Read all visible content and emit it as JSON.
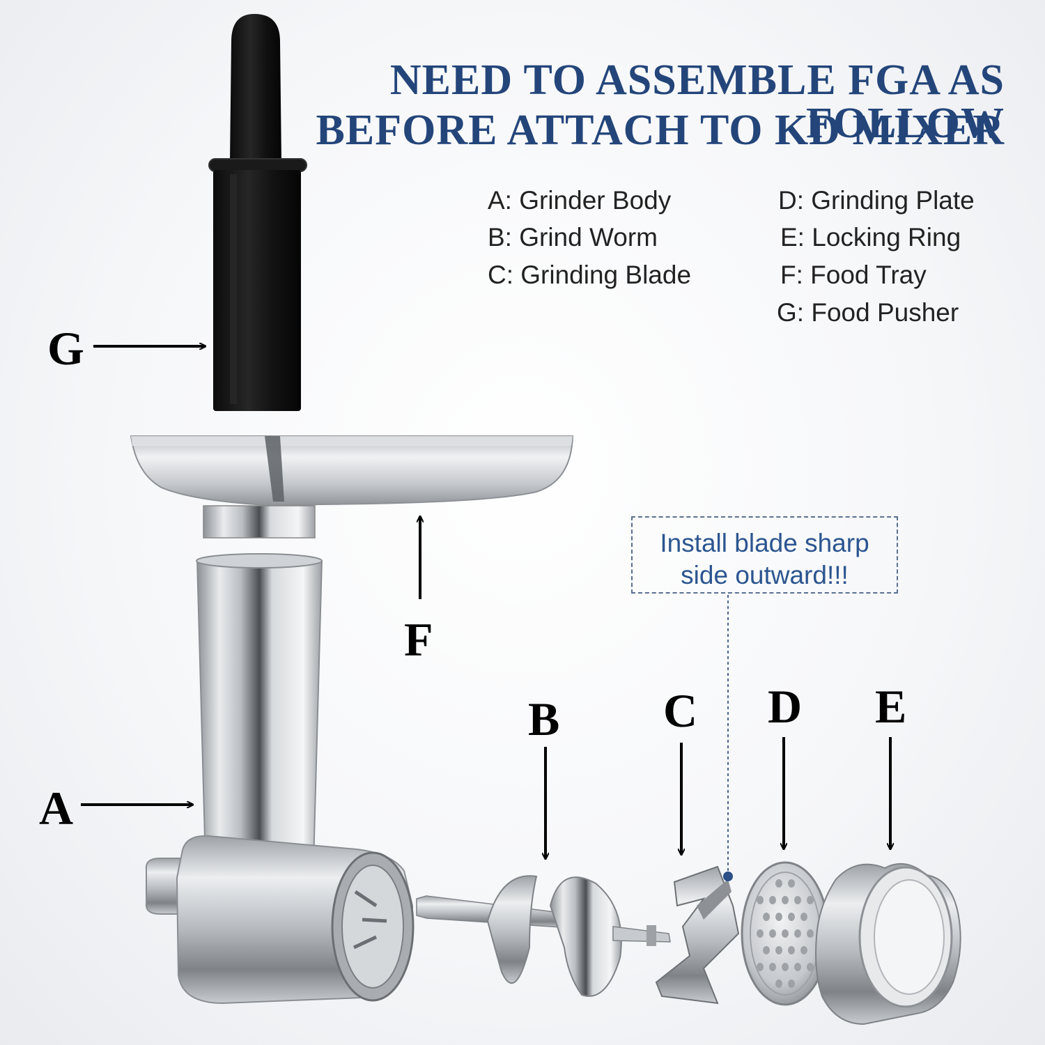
{
  "title": {
    "line1": "NEED TO ASSEMBLE FGA AS FOLLOW",
    "line2": "BEFORE ATTACH TO KD MIXER"
  },
  "legend": {
    "left": [
      "A: Grinder Body",
      "B: Grind Worm",
      "C: Grinding Blade"
    ],
    "right": [
      "D: Grinding Plate",
      "E: Locking Ring",
      "F: Food Tray",
      "G: Food Pusher"
    ]
  },
  "labels": {
    "A": "A",
    "B": "B",
    "C": "C",
    "D": "D",
    "E": "E",
    "F": "F",
    "G": "G"
  },
  "note": {
    "line1": "Install blade sharp",
    "line2": "side outward!!!"
  },
  "colors": {
    "title": "#23457a",
    "note_text": "#2b5590",
    "pusher": "#151515",
    "steel": "#c9ccd0"
  }
}
